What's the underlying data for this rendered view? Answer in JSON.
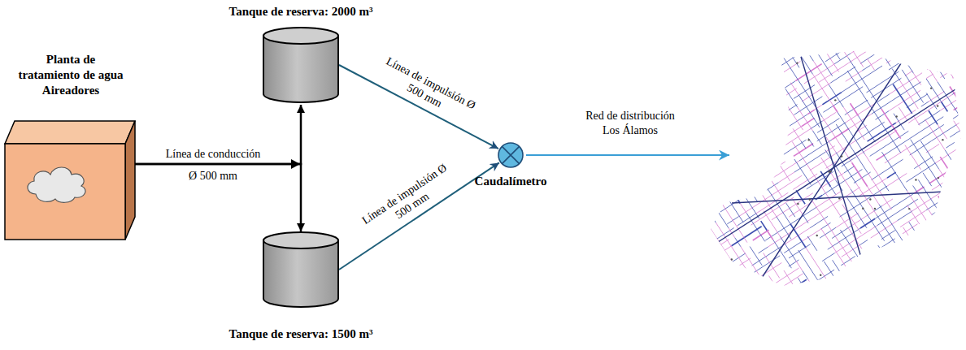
{
  "diagram": {
    "nodes": [
      {
        "text": [
          "Planta de tratamiento de agua Aireadores"
        ]
      },
      {
        "text": [
          "Tanque de reserva: 2000 m³"
        ]
      },
      {
        "text": [
          "Tanque de reserva: 1500 m³"
        ]
      },
      {
        "text": [
          "Caudalímetro"
        ]
      }
    ],
    "edges": [
      {
        "from": 0,
        "to": 1,
        "arrow": "to",
        "label": "Línea de conducción"
      },
      {
        "from": 0,
        "to": 2,
        "arrow": "to",
        "label": "Ø 500 mm"
      },
      {
        "from": 1,
        "to": 3,
        "arrow": "to",
        "label": "Línea de impulsión Ø 500 mm"
      },
      {
        "from": 2,
        "to": 3,
        "arrow": "to",
        "label": "Línea de impulsión Ø 500 mm"
      }
    ],
    "labels": [
      "Red de distribución Los Álamos"
    ]
  }
}
